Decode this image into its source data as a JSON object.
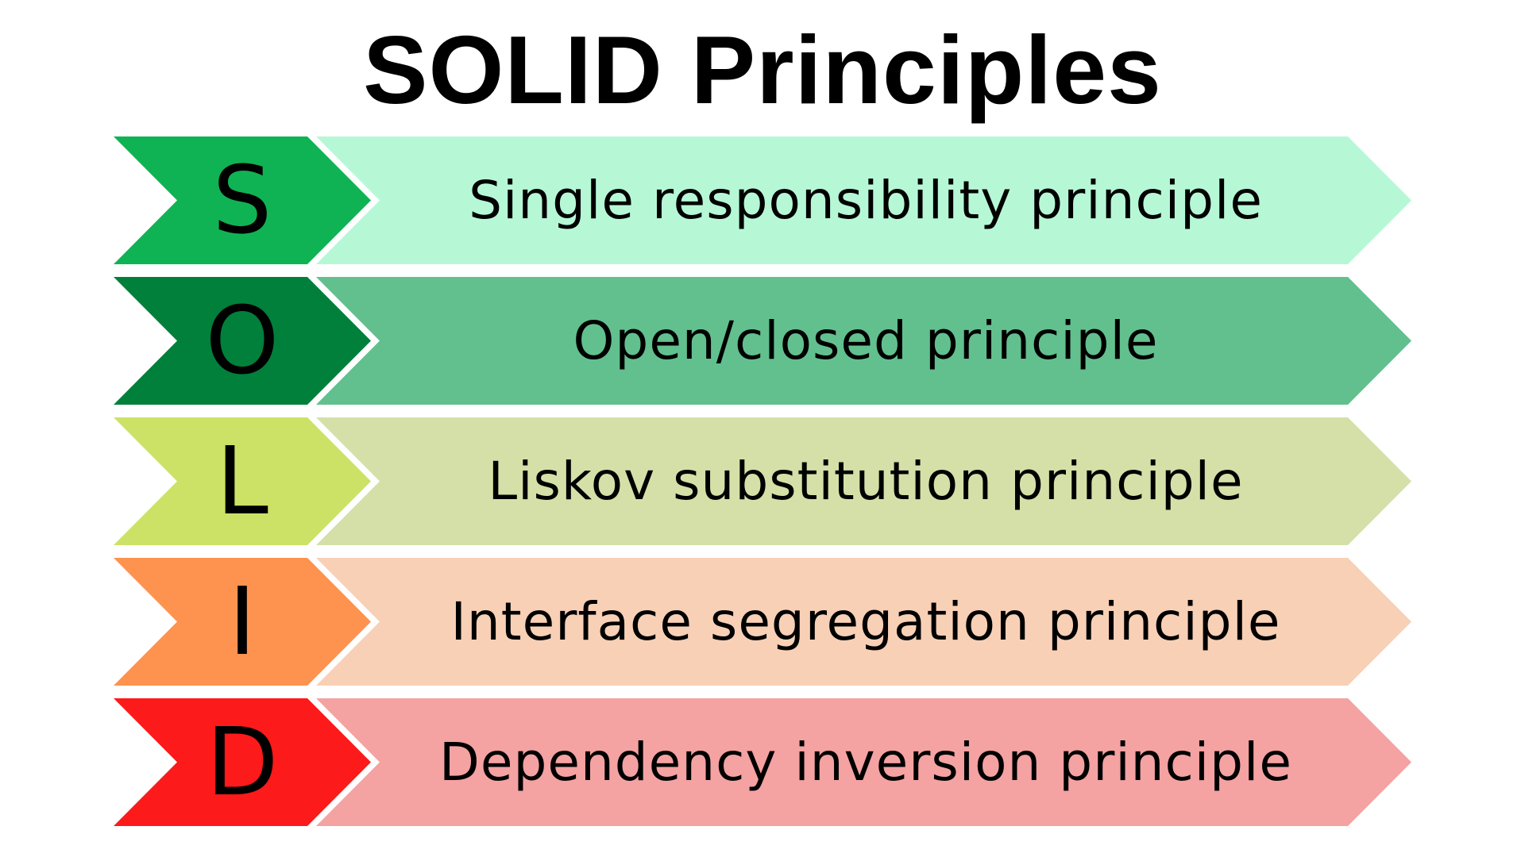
{
  "title": "SOLID Principles",
  "rows": [
    {
      "letter": "S",
      "label": "Single responsibility principle",
      "chevron_color": "#10b353",
      "band_color": "#b6f8d6"
    },
    {
      "letter": "O",
      "label": "Open/closed principle",
      "chevron_color": "#00803b",
      "band_color": "#62c08e"
    },
    {
      "letter": "L",
      "label": "Liskov substitution principle",
      "chevron_color": "#cbe266",
      "band_color": "#d4e0a8"
    },
    {
      "letter": "I",
      "label": "Interface segregation principle",
      "chevron_color": "#fe924f",
      "band_color": "#f8d0b6"
    },
    {
      "letter": "D",
      "label": "Dependency inversion principle",
      "chevron_color": "#fc1a1a",
      "band_color": "#f4a2a2"
    }
  ]
}
